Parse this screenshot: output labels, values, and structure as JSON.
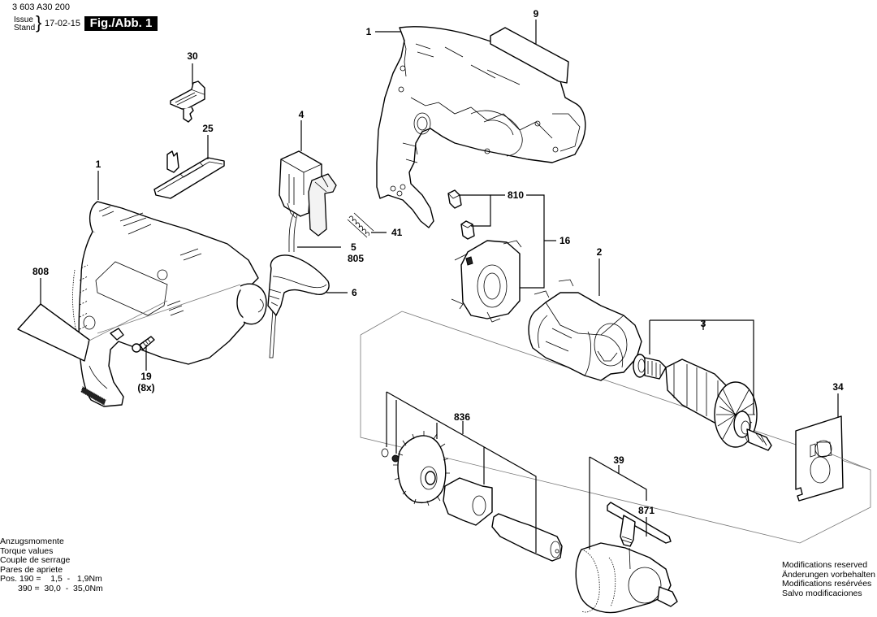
{
  "header": {
    "document_number": "3 603 A30 200",
    "issue_label_1": "Issue",
    "issue_label_2": "Stand",
    "issue_date": "17-02-15",
    "figure_label": "Fig./Abb. 1"
  },
  "callouts": [
    {
      "id": "c-1-housing-left",
      "label": "1",
      "part": "housing-half-left"
    },
    {
      "id": "c-1-housing-right",
      "label": "1",
      "part": "housing-half-right"
    },
    {
      "id": "c-9",
      "label": "9",
      "part": "nameplate"
    },
    {
      "id": "c-30",
      "label": "30",
      "part": "switch-slider"
    },
    {
      "id": "c-25",
      "label": "25",
      "part": "direction-switch-slide"
    },
    {
      "id": "c-4",
      "label": "4",
      "part": "on-off-switch"
    },
    {
      "id": "c-41",
      "label": "41",
      "part": "compression-spring"
    },
    {
      "id": "c-5",
      "label": "5",
      "part": "power-cord"
    },
    {
      "id": "c-805",
      "label": "805",
      "part": "power-cord"
    },
    {
      "id": "c-6",
      "label": "6",
      "part": "cord-grommet"
    },
    {
      "id": "c-808",
      "label": "808",
      "part": "type-plate"
    },
    {
      "id": "c-19",
      "label": "19",
      "part": "screw"
    },
    {
      "id": "c-19-qty",
      "label": "(8x)",
      "part": "screw-quantity"
    },
    {
      "id": "c-810",
      "label": "810",
      "part": "carbon-brushes"
    },
    {
      "id": "c-16",
      "label": "16",
      "part": "brush-holder"
    },
    {
      "id": "c-2",
      "label": "2",
      "part": "field-stator"
    },
    {
      "id": "c-3",
      "label": "3",
      "part": "armature"
    },
    {
      "id": "c-34",
      "label": "34",
      "part": "baffle-plate"
    },
    {
      "id": "c-836",
      "label": "836",
      "part": "gear-set"
    },
    {
      "id": "c-39",
      "label": "39",
      "part": "key-type-chuck"
    },
    {
      "id": "c-871",
      "label": "871",
      "part": "chuck-key"
    }
  ],
  "torque_note": {
    "lines": [
      "Anzugsmomente",
      "Torque values",
      "Couple de serrage",
      "Pares de apriete"
    ],
    "pos_prefix": "Pos.",
    "values": [
      {
        "pos": "190",
        "range": "1,5  -   1,9Nm"
      },
      {
        "pos": "390",
        "range": "30,0  -  35,0Nm"
      }
    ]
  },
  "modifications_note": {
    "lines": [
      "Modifications reserved",
      "Änderungen vorbehalten",
      "Modifications resérvées",
      "Salvo modificaciones"
    ]
  },
  "colors": {
    "line": "#000000",
    "background": "#ffffff",
    "figure_label_bg": "#000000",
    "figure_label_text": "#ffffff",
    "outline_box": "#777777"
  }
}
